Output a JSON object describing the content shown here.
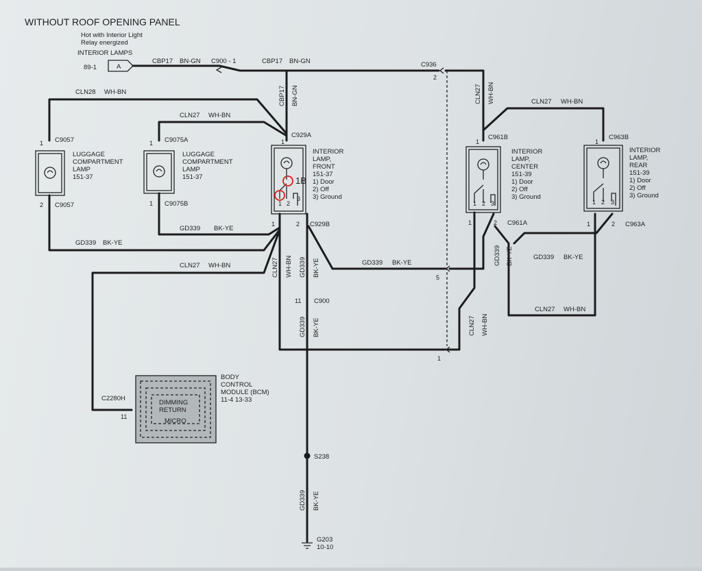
{
  "title": "WITHOUT ROOF OPENING PANEL",
  "feed": {
    "note_line1": "Hot with Interior Light",
    "note_line2": "Relay energized",
    "name": "INTERIOR LAMPS",
    "ref": "89-1",
    "tag": "A"
  },
  "wires": {
    "cbp17": "CBP17",
    "bn_gn": "BN-GN",
    "cln28": "CLN28",
    "cln27": "CLN27",
    "wh_bn": "WH-BN",
    "gd339": "GD339",
    "bk_ye": "BK-YE"
  },
  "connectors": {
    "c900": "C900",
    "c900_1": "C900 - 1",
    "c936": "C936",
    "c929a": "C929A",
    "c929b": "C929B",
    "c961b": "C961B",
    "c961a": "C961A",
    "c963b": "C963B",
    "c963a": "C963A",
    "c9057": "C9057",
    "c9075a": "C9075A",
    "c9075b": "C9075B",
    "c2280h": "C2280H",
    "s238": "S238",
    "g203": "G203",
    "g203_ref": "10-10"
  },
  "pins": {
    "p1": "1",
    "p2": "2",
    "p3": "3",
    "p5": "5",
    "p11": "11"
  },
  "lamps": {
    "luggage_line1": "LUGGAGE",
    "luggage_line2": "COMPARTMENT",
    "luggage_line3": "LAMP",
    "luggage_ref": "151-37",
    "interior_line1": "INTERIOR",
    "front_line2": "LAMP,",
    "front_line3": "FRONT",
    "front_ref": "151-37",
    "center_line2": "LAMP,",
    "center_line3": "CENTER",
    "center_ref": "151-39",
    "rear_line2": "LAMP,",
    "rear_line3": "REAR",
    "rear_ref": "151-39",
    "opt1": "1) Door",
    "opt2": "2) Off",
    "opt3": "3) Ground",
    "callout": "1B"
  },
  "bcm": {
    "line1": "BODY",
    "line2": "CONTROL",
    "line3": "MODULE (BCM)",
    "ref": "11-4   13-33",
    "inner1": "DIMMING",
    "inner2": "RETURN",
    "inner3": "MICRO"
  },
  "colors": {
    "wire": "#1c1c1c",
    "callout": "#d42020"
  }
}
